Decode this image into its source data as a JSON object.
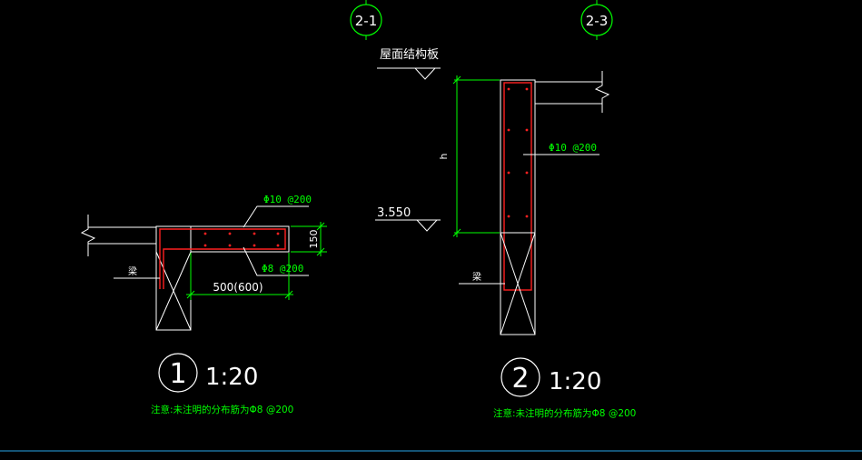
{
  "drawing": {
    "axis_labels": [
      "2-1",
      "2-3"
    ],
    "roof_label": "屋面结构板",
    "elevation": "3.550",
    "height_label": "h",
    "detail1": {
      "rebar_top": "Φ10 @200",
      "rebar_bottom": "Φ8 @200",
      "thickness": "150",
      "length": "500(600)",
      "beam_label": "梁",
      "number": "1",
      "scale": "1:20",
      "note": "注意:未注明的分布筋为Φ8 @200"
    },
    "detail2": {
      "rebar": "Φ10 @200",
      "beam_label": "梁",
      "number": "2",
      "scale": "1:20",
      "note": "注意:未注明的分布筋为Φ8 @200"
    },
    "colors": {
      "background": "#000000",
      "lines": "#ffffff",
      "rebar": "#ff2020",
      "annotation": "#00ff00",
      "border": "#1a6f9a"
    }
  }
}
